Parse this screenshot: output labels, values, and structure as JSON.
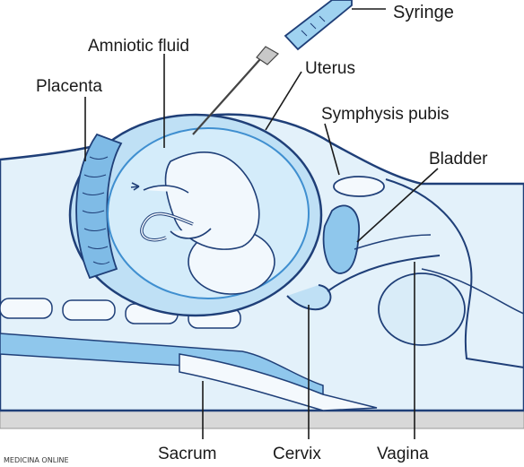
{
  "labels": {
    "syringe": "Syringe",
    "amniotic_fluid": "Amniotic fluid",
    "uterus": "Uterus",
    "placenta": "Placenta",
    "symphysis_pubis": "Symphysis pubis",
    "bladder": "Bladder",
    "sacrum": "Sacrum",
    "cervix": "Cervix",
    "vagina": "Vagina"
  },
  "watermark": "MEDICINA ONLINE",
  "colors": {
    "body_fill": "#e3f1fa",
    "uterus_fill": "#bfe0f5",
    "fluid_fill": "#d4ecfa",
    "outline": "#1f3f78",
    "accent": "#3f8fd0",
    "fetus_fill": "#f2f8fd",
    "syringe_fill": "#9fd2f0",
    "table": "#d8d8d8"
  }
}
